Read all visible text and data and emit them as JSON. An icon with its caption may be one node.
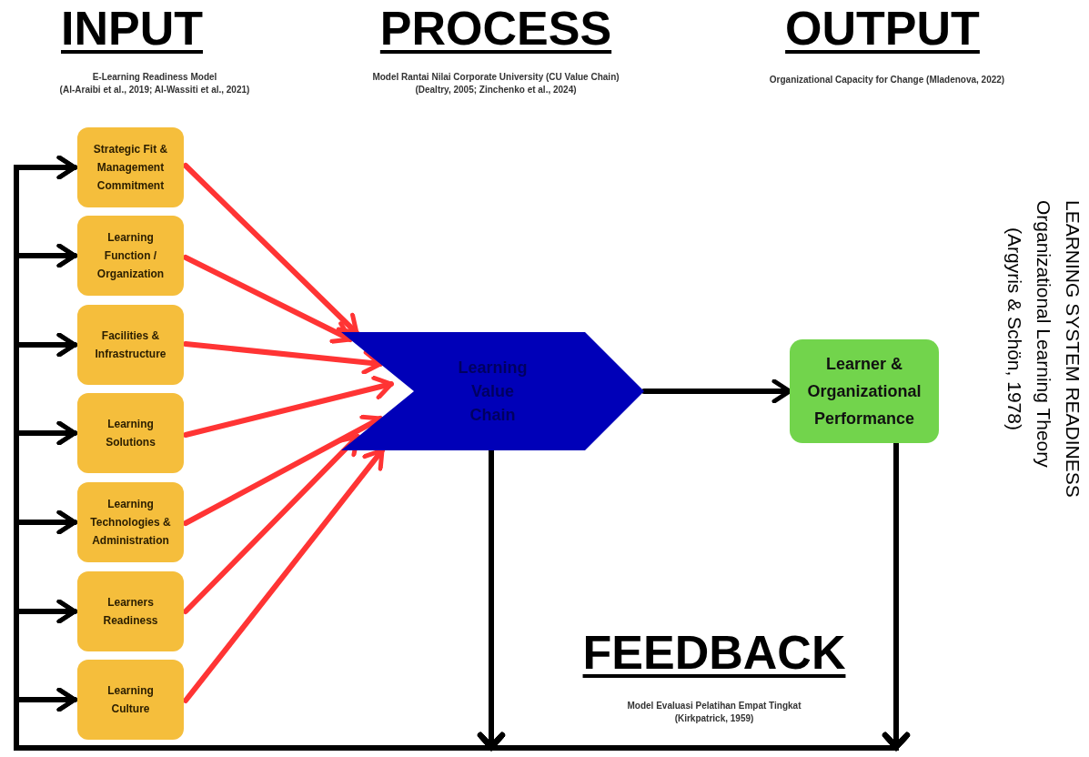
{
  "diagram": {
    "nodes": [
      {
        "text": [
          "Strategic Fit & Management Commitment"
        ]
      },
      {
        "text": [
          "Learning Function / Organization"
        ]
      },
      {
        "text": [
          "Facilities & Infrastructure"
        ]
      },
      {
        "text": [
          "Learning Solutions"
        ]
      },
      {
        "text": [
          "Learning Technologies & Administration"
        ]
      },
      {
        "text": [
          "Learners Readiness"
        ]
      },
      {
        "text": [
          "Learning Culture"
        ]
      },
      {
        "text": [
          "Learning Value Chain"
        ]
      },
      {
        "text": [
          "Learner & Organizational Performance"
        ]
      }
    ],
    "edges": [
      {
        "from": 0,
        "to": 7,
        "arrow": "to",
        "color": "#ff3434"
      },
      {
        "from": 1,
        "to": 7,
        "arrow": "to",
        "color": "#ff3434"
      },
      {
        "from": 2,
        "to": 7,
        "arrow": "to",
        "color": "#ff3434"
      },
      {
        "from": 3,
        "to": 7,
        "arrow": "to",
        "color": "#ff3434"
      },
      {
        "from": 4,
        "to": 7,
        "arrow": "to",
        "color": "#ff3434"
      },
      {
        "from": 5,
        "to": 7,
        "arrow": "to",
        "color": "#ff3434"
      },
      {
        "from": 6,
        "to": 7,
        "arrow": "to",
        "color": "#ff3434"
      },
      {
        "from": 7,
        "to": 8,
        "arrow": "to"
      },
      {
        "from": 7,
        "to": 0,
        "arrow": "to"
      },
      {
        "from": 7,
        "to": 1,
        "arrow": "to"
      },
      {
        "from": 7,
        "to": 2,
        "arrow": "to"
      },
      {
        "from": 7,
        "to": 3,
        "arrow": "to"
      },
      {
        "from": 7,
        "to": 4,
        "arrow": "to"
      },
      {
        "from": 7,
        "to": 5,
        "arrow": "to"
      },
      {
        "from": 7,
        "to": 6,
        "arrow": "to"
      },
      {
        "from": 8,
        "to": 0,
        "arrow": "to"
      },
      {
        "from": 8,
        "to": 1,
        "arrow": "to"
      },
      {
        "from": 8,
        "to": 2,
        "arrow": "to"
      },
      {
        "from": 8,
        "to": 3,
        "arrow": "to"
      },
      {
        "from": 8,
        "to": 4,
        "arrow": "to"
      },
      {
        "from": 8,
        "to": 5,
        "arrow": "to"
      },
      {
        "from": 8,
        "to": 6,
        "arrow": "to"
      }
    ],
    "labels": [
      "INPUT",
      "PROCESS",
      "OUTPUT",
      "E-Learning Readiness Model",
      "(Al-Araibi et al., 2019; Al-Wassiti et al., 2021)",
      "Model Rantai Nilai Corporate University (CU Value Chain)",
      "(Dealtry, 2005; Zinchenko et al., 2024)",
      "Organizational Capacity for Change (Mladenova, 2022)",
      "LEARNING SYSTEM READINESS",
      "Organizational Learning Theory",
      "(Argyris & Schön, 1978)",
      "FEEDBACK",
      "Model Evaluasi Pelatihan Empat Tingkat",
      "(Kirkpatrick, 1959)"
    ]
  }
}
